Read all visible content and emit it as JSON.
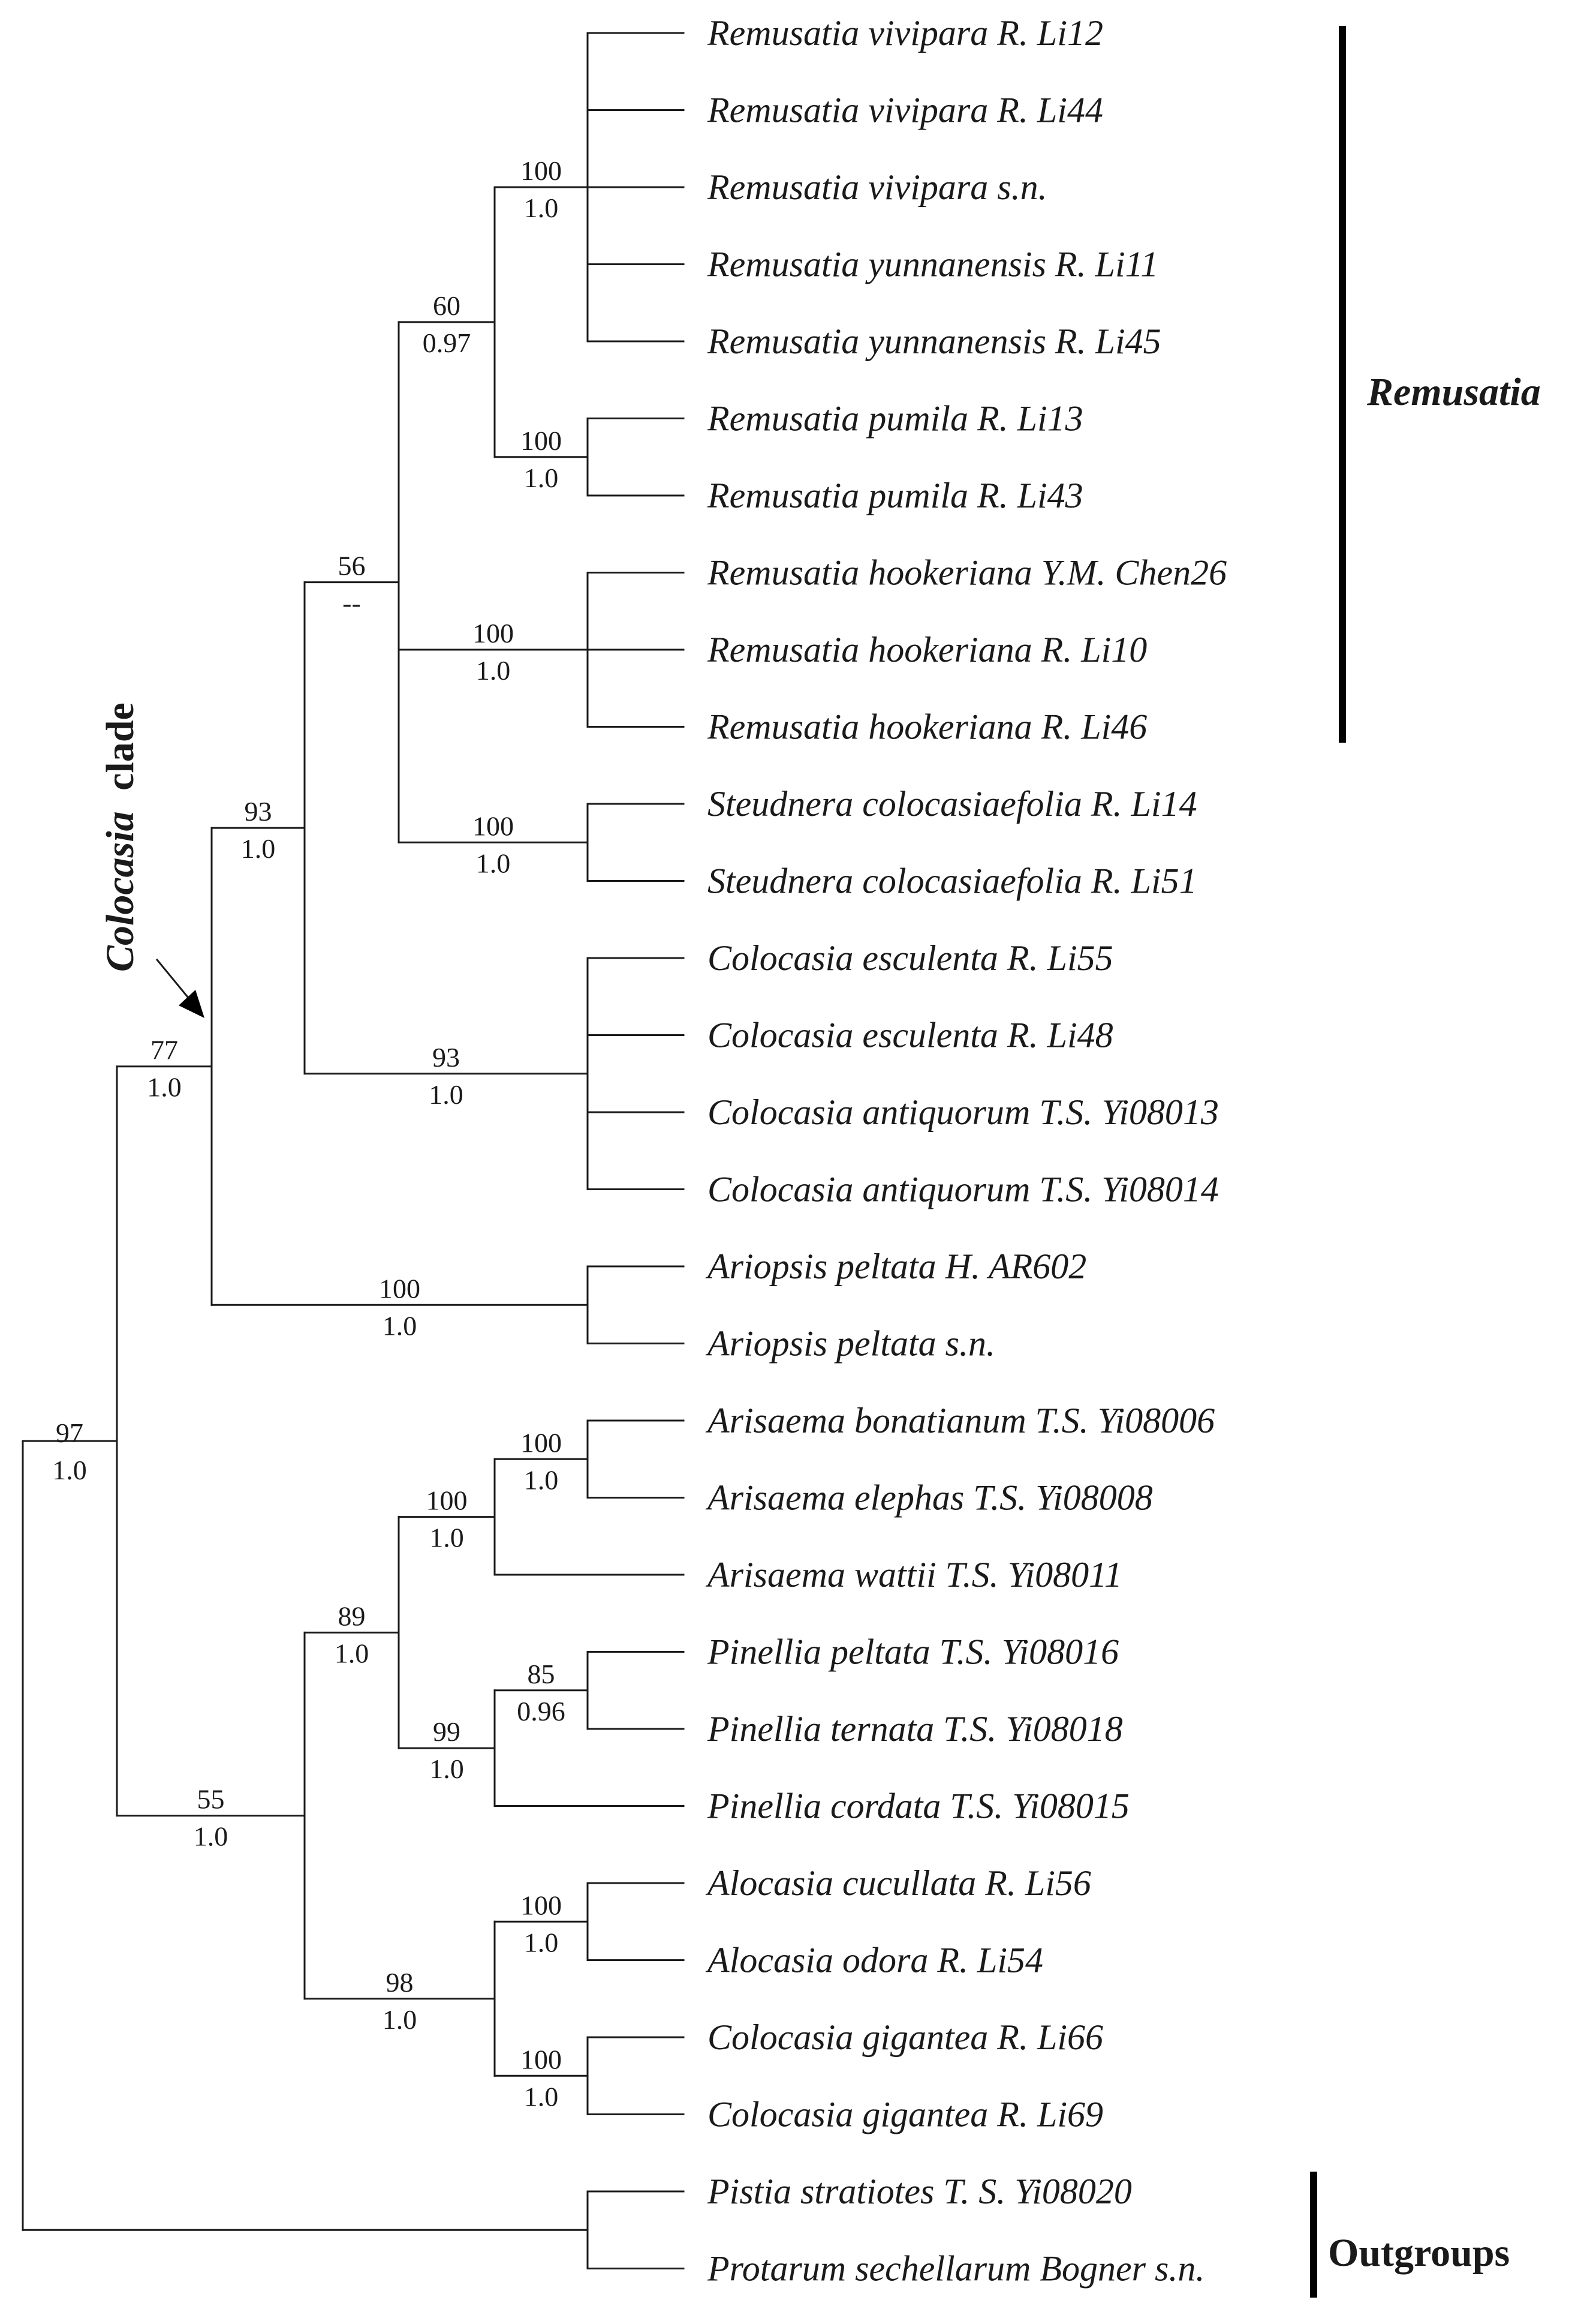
{
  "taxa": [
    "Remusatia vivipara R. Li12",
    "Remusatia vivipara R. Li44",
    "Remusatia vivipara s.n.",
    "Remusatia yunnanensis R. Li11",
    "Remusatia yunnanensis R. Li45",
    "Remusatia pumila R. Li13",
    "Remusatia pumila R. Li43",
    "Remusatia hookeriana Y.M. Chen26",
    "Remusatia hookeriana R. Li10",
    "Remusatia hookeriana R. Li46",
    "Steudnera colocasiaefolia R. Li14",
    "Steudnera colocasiaefolia R. Li51",
    "Colocasia esculenta R. Li55",
    "Colocasia esculenta R. Li48",
    "Colocasia antiquorum T.S. Yi08013",
    "Colocasia antiquorum T.S. Yi08014",
    "Ariopsis peltata H. AR602",
    "Ariopsis peltata s.n.",
    "Arisaema bonatianum T.S. Yi08006",
    "Arisaema elephas T.S. Yi08008",
    "Arisaema wattii T.S. Yi08011",
    "Pinellia peltata T.S. Yi08016",
    "Pinellia ternata T.S. Yi08018",
    "Pinellia cordata T.S. Yi08015",
    "Alocasia cucullata R. Li56",
    "Alocasia odora R. Li54",
    "Colocasia gigantea R. Li66",
    "Colocasia gigantea R. Li69",
    "Pistia stratiotes T. S. Yi08020",
    "Protarum sechellarum Bogner s.n."
  ],
  "nodes": [
    {
      "id": "rem_viv",
      "bs": "100",
      "pp": "1.0"
    },
    {
      "id": "rem_pum",
      "bs": "100",
      "pp": "1.0"
    },
    {
      "id": "rem_A",
      "bs": "60",
      "pp": "0.97"
    },
    {
      "id": "rem_hook",
      "bs": "100",
      "pp": "1.0"
    },
    {
      "id": "remusatia",
      "bs": "56",
      "pp": "--"
    },
    {
      "id": "steud",
      "bs": "100",
      "pp": "1.0"
    },
    {
      "id": "colo_esc",
      "bs": "93",
      "pp": "1.0"
    },
    {
      "id": "n93",
      "bs": "93",
      "pp": "1.0"
    },
    {
      "id": "ariopsis",
      "bs": "100",
      "pp": "1.0"
    },
    {
      "id": "colocasia_clade",
      "bs": "77",
      "pp": "1.0"
    },
    {
      "id": "ari_be",
      "bs": "100",
      "pp": "1.0"
    },
    {
      "id": "arisaema",
      "bs": "100",
      "pp": "1.0"
    },
    {
      "id": "pin_pt",
      "bs": "85",
      "pp": "0.96"
    },
    {
      "id": "pinellia",
      "bs": "99",
      "pp": "1.0"
    },
    {
      "id": "ari_pin",
      "bs": "89",
      "pp": "1.0"
    },
    {
      "id": "aloc",
      "bs": "100",
      "pp": "1.0"
    },
    {
      "id": "cgig",
      "bs": "100",
      "pp": "1.0"
    },
    {
      "id": "aloc_cg",
      "bs": "98",
      "pp": "1.0"
    },
    {
      "id": "n55",
      "bs": "55",
      "pp": "1.0"
    },
    {
      "id": "ingroup",
      "bs": "97",
      "pp": "1.0"
    }
  ],
  "annotations": {
    "clade_label_genus": "Colocasia",
    "clade_label_word": "clade",
    "group_remusatia": "Remusatia",
    "group_outgroups": "Outgroups"
  }
}
